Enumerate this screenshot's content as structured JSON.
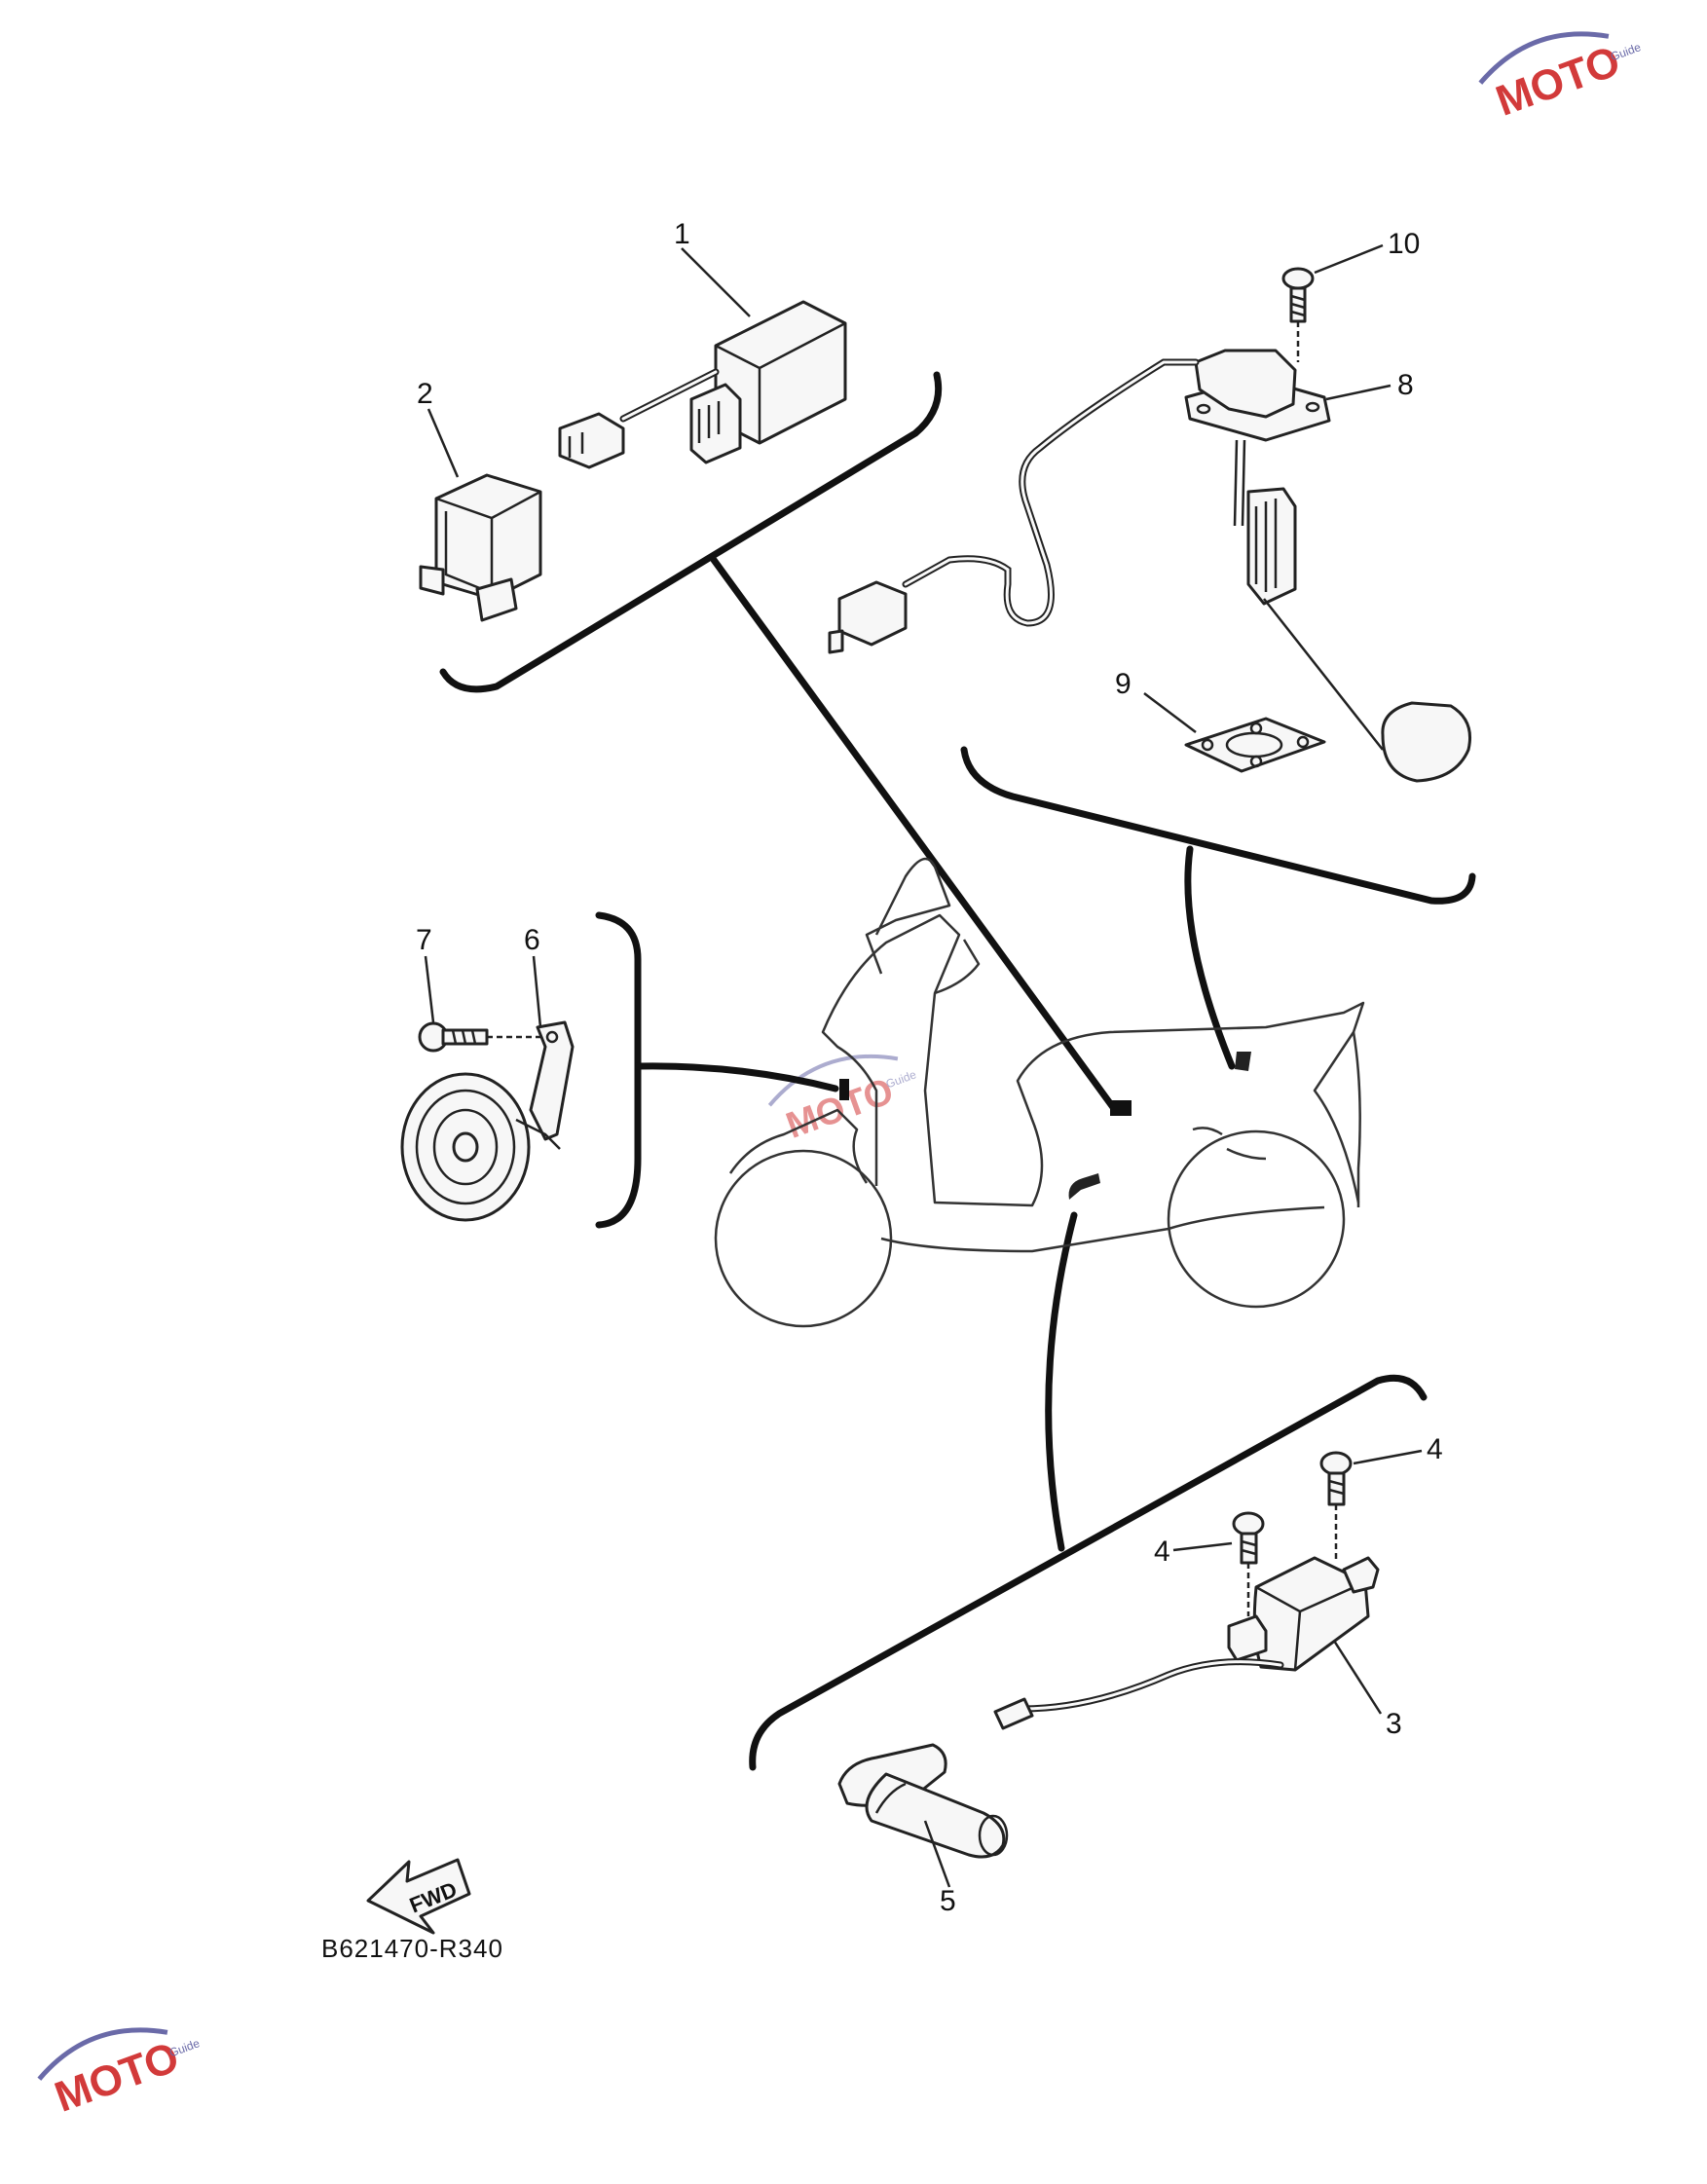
{
  "diagram_code": "B621470-R340",
  "forward_label": "FWD",
  "callouts": {
    "c1": "1",
    "c2": "2",
    "c3": "3",
    "c4a": "4",
    "c4b": "4",
    "c5": "5",
    "c6": "6",
    "c7": "7",
    "c8": "8",
    "c9": "9",
    "c10": "10"
  },
  "watermark": {
    "logo_text": "MOTO",
    "sub_text": "Guide"
  },
  "colors": {
    "line": "#111111",
    "part_fill": "#f7f7f7",
    "watermark_red": "#d23a3a",
    "watermark_blue": "#6a6aa8"
  }
}
